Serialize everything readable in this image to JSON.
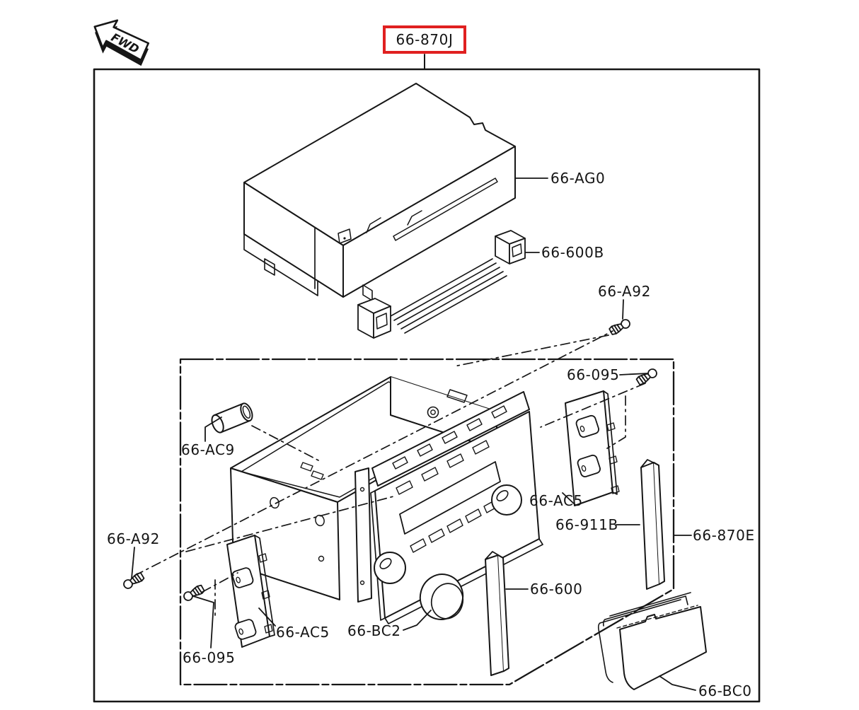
{
  "diagram": {
    "type": "exploded-parts-diagram",
    "fwd_label": "FWD",
    "highlighted_part": "66-870J",
    "colors": {
      "highlight_red": "#e02020",
      "line_black": "#141414",
      "background": "#ffffff"
    },
    "labels": {
      "main": "66-870J",
      "ag0": "66-AG0",
      "b600b": "66-600B",
      "a92_top": "66-A92",
      "o095_right": "66-095",
      "ac9": "66-AC9",
      "a92_left": "66-A92",
      "ac5_right": "66-AC5",
      "b911": "66-911B",
      "e870": "66-870E",
      "o095_left": "66-095",
      "ac5_left": "66-AC5",
      "bc2": "66-BC2",
      "b600": "66-600",
      "bc0": "66-BC0"
    }
  }
}
